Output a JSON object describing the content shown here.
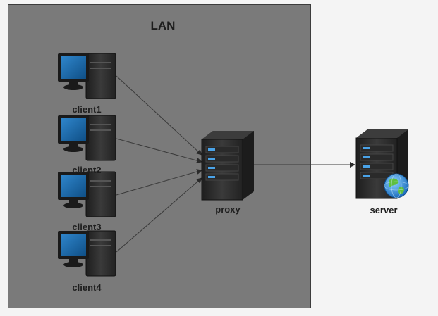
{
  "lan": {
    "title": "LAN"
  },
  "clients": [
    {
      "label": "client1"
    },
    {
      "label": "client2"
    },
    {
      "label": "client3"
    },
    {
      "label": "client4"
    }
  ],
  "proxy": {
    "label": "proxy"
  },
  "server": {
    "label": "server"
  },
  "colors": {
    "lan_background": "#7a7a7a",
    "page_background": "#f4f4f4",
    "screen_blue": "#1f6fb0",
    "tower_dark": "#2b2b2b",
    "led_blue": "#4aa3e8",
    "connector": "#3a3a3a"
  }
}
